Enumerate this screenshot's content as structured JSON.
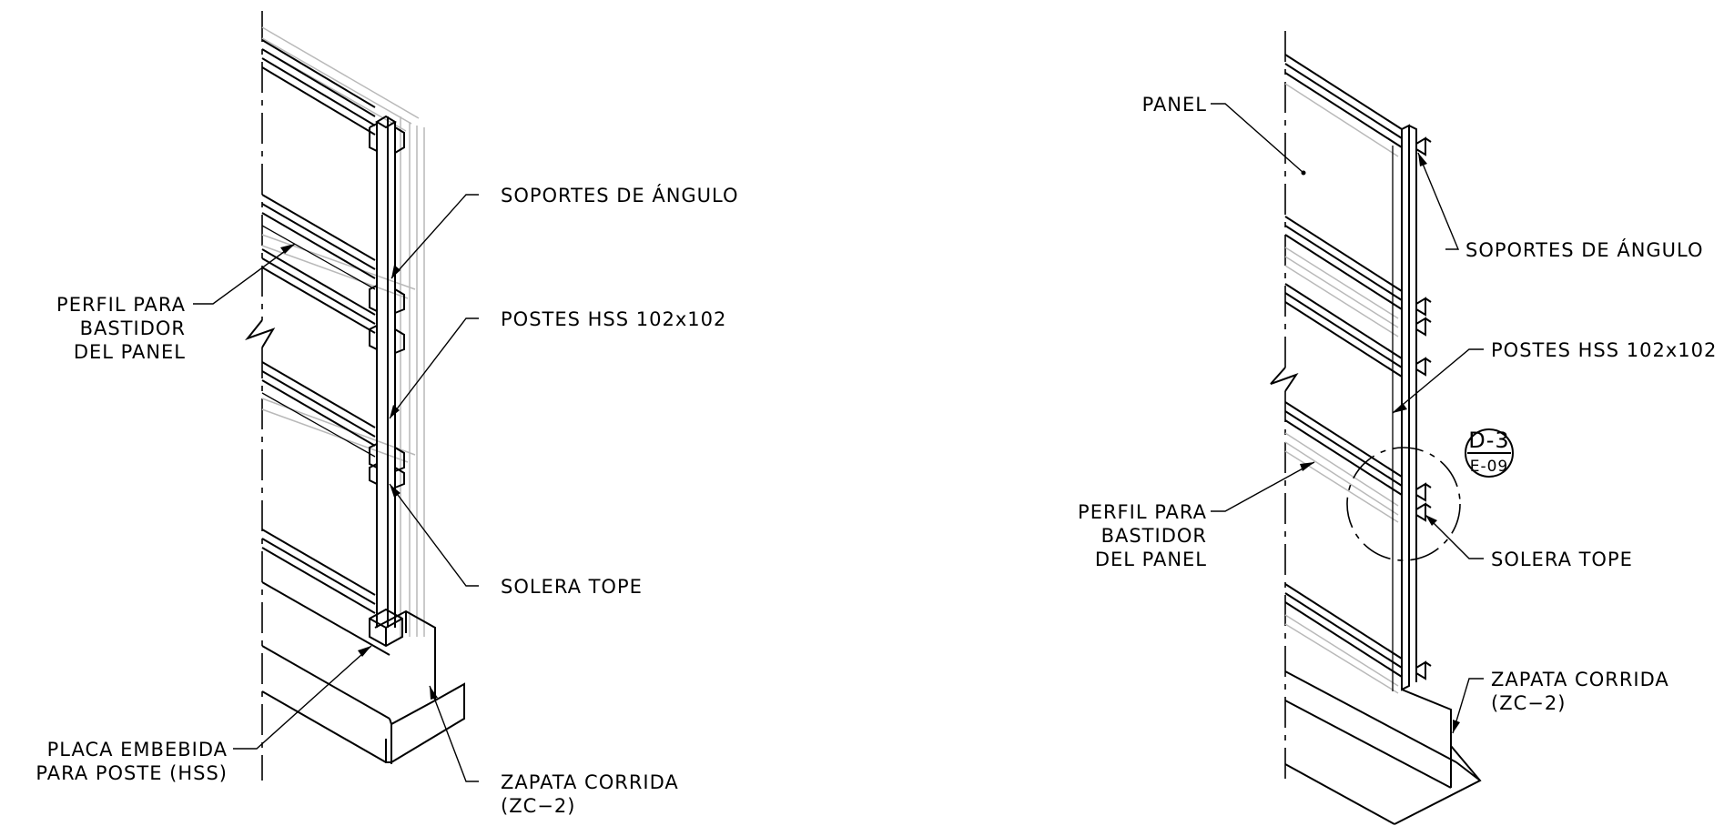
{
  "left_view": {
    "labels": {
      "soportes": "SOPORTES DE ÁNGULO",
      "perfil_1": "PERFIL PARA",
      "perfil_2": "BASTIDOR",
      "perfil_3": "DEL PANEL",
      "postes": "POSTES HSS 102x102",
      "solera": "SOLERA TOPE",
      "placa_1": "PLACA EMBEBIDA",
      "placa_2": "PARA POSTE (HSS)",
      "zapata_1": "ZAPATA CORRIDA",
      "zapata_2": "(ZC−2)"
    }
  },
  "right_view": {
    "labels": {
      "panel": "PANEL",
      "soportes": "SOPORTES DE ÁNGULO",
      "postes": "POSTES HSS 102x102",
      "perfil_1": "PERFIL PARA",
      "perfil_2": "BASTIDOR",
      "perfil_3": "DEL PANEL",
      "solera": "SOLERA TOPE",
      "zapata_1": "ZAPATA CORRIDA",
      "zapata_2": "(ZC−2)"
    },
    "detail_callout": {
      "top": "D-3",
      "bottom": "E-09"
    }
  }
}
